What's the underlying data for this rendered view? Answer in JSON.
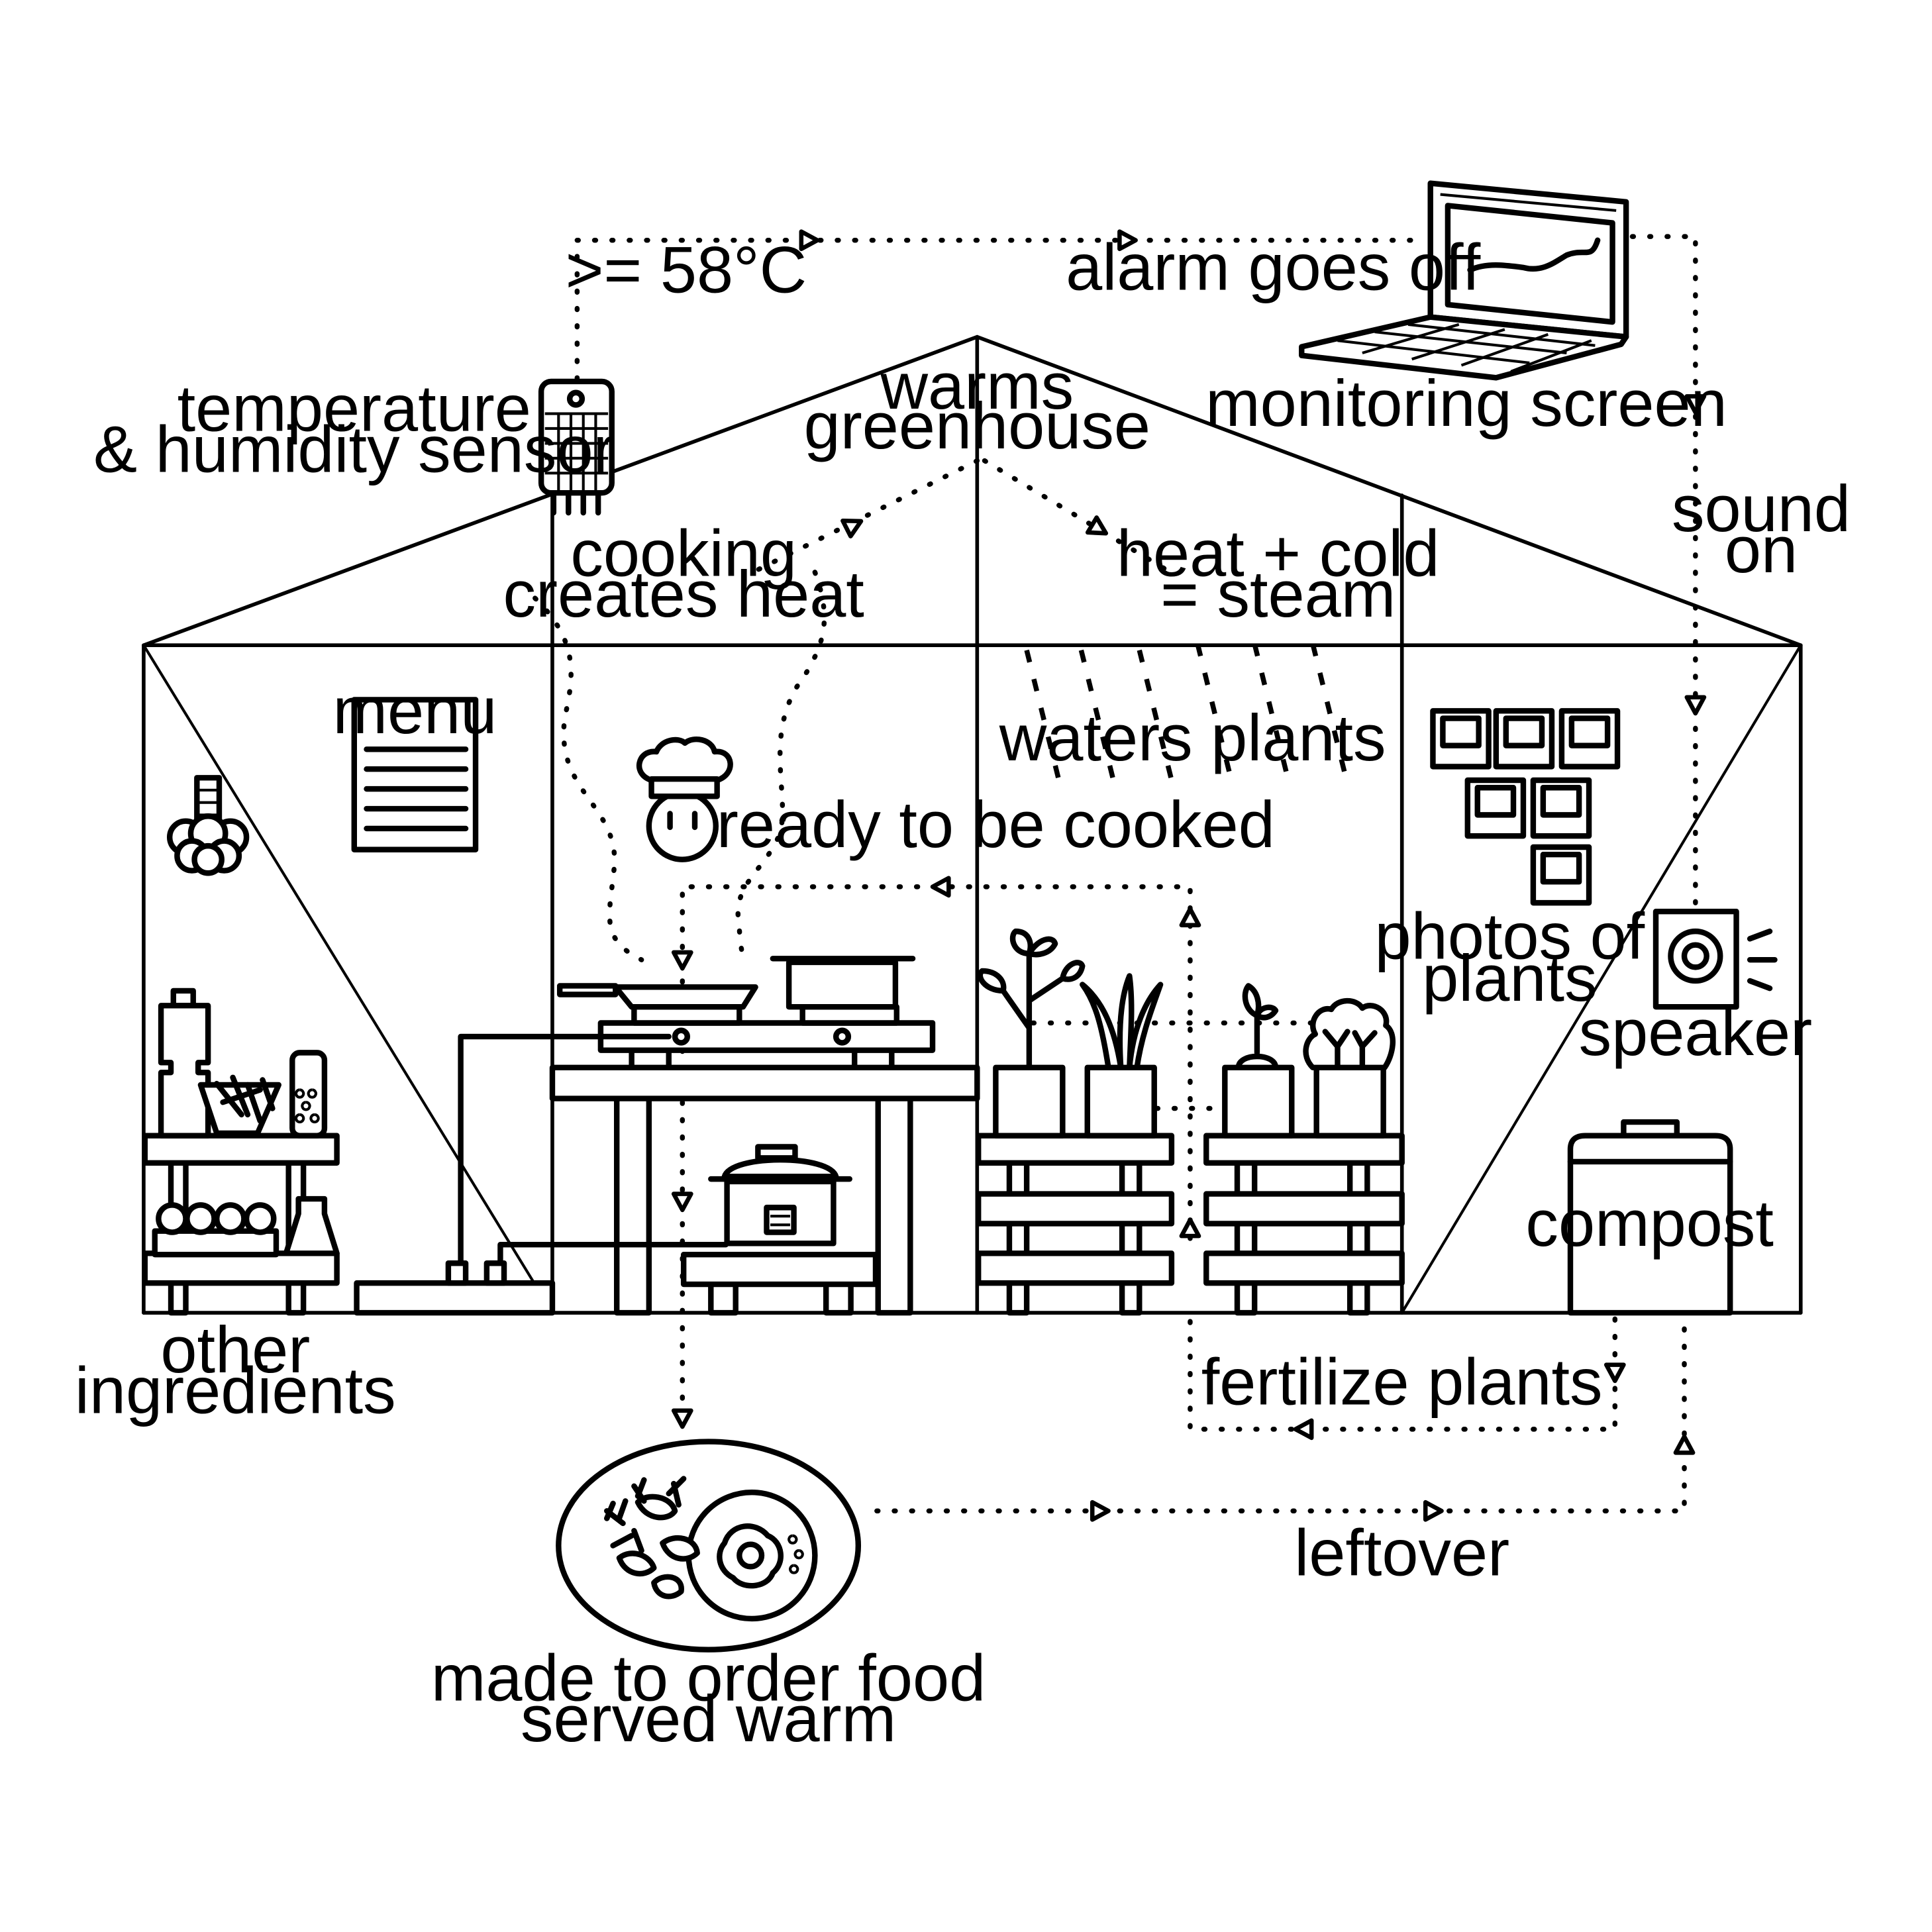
{
  "labels": {
    "threshold": ">= 58°C",
    "alarm": "alarm goes off",
    "monitoring": "monitoring screen",
    "sensor_1": "temperature",
    "sensor_2": "& humidity sensor",
    "warms_1": "warms",
    "warms_2": "greenhouse",
    "cooking_1": "cooking",
    "cooking_2": "creates heat",
    "steam_1": "heat + cold",
    "steam_2": "= steam",
    "sound_1": "sound",
    "sound_2": "on",
    "menu": "menu",
    "waters": "waters plants",
    "ready": "ready to be cooked",
    "photos_1": "photos of",
    "photos_2": "plants",
    "speaker": "speaker",
    "compost": "compost",
    "other_1": "other",
    "other_2": "ingredients",
    "fertilize": "fertilize plants",
    "leftover": "leftover",
    "food_1": "made to order food",
    "food_2": "served warm"
  },
  "style": {
    "line_color": "#000000",
    "background": "#ffffff"
  }
}
